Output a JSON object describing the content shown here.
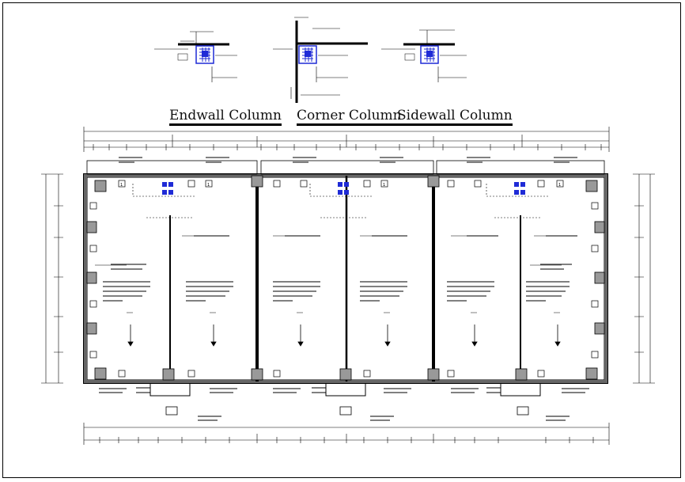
{
  "captions": {
    "endwall": "Endwall Column",
    "corner": "Corner Column",
    "sidewall": "Sidewall Column"
  },
  "colors": {
    "line": "#000000",
    "column_blue": "#1f2bd6",
    "hatch": "#555555"
  },
  "markers": {
    "column_tag": "1",
    "section_tag": "1"
  }
}
